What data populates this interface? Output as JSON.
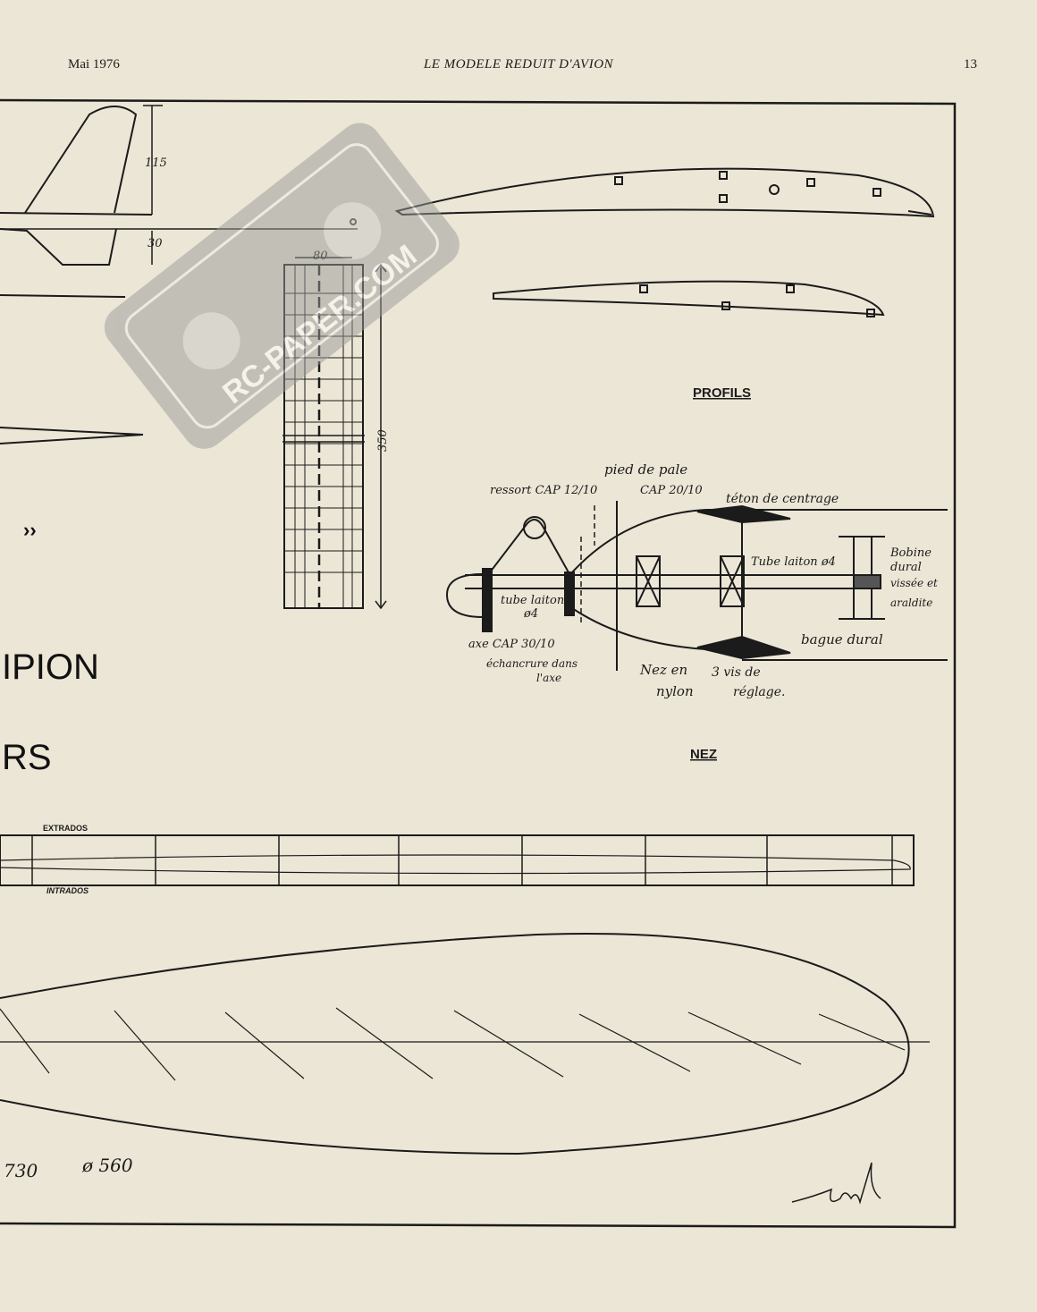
{
  "header": {
    "left": "Mai 1976",
    "center": "LE MODELE REDUIT D'AVION",
    "right": "13"
  },
  "drawing": {
    "dim_115": "115",
    "dim_30": "30",
    "dim_80": "80",
    "dim_350": "350",
    "chevrons": "››",
    "title_fragment_1": "IPION",
    "title_fragment_2": "RS",
    "profils_label": "PROFILS",
    "nez_label": "NEZ",
    "extrados": "EXTRADOS",
    "intrados": "INTRADOS",
    "diam_730": "730",
    "diam_560": "ø 560",
    "nose": {
      "pied_de_pale": "pied de pale",
      "ressort": "ressort CAP 12/10",
      "cap_20_10": "CAP 20/10",
      "teton": "téton de centrage",
      "tube_laiton_right": "Tube laiton ø4",
      "bobine": "Bobine",
      "dural": "dural",
      "vissee": "vissée et",
      "araldite": "araldite",
      "tube_laiton_left": "tube laiton",
      "o4": "ø4",
      "axe": "axe CAP 30/10",
      "echancrure": "échancrure dans",
      "axe2": "l'axe",
      "nez_en": "Nez en",
      "nylon": "nylon",
      "vis": "3 vis de",
      "reglage": "réglage.",
      "bague": "bague dural"
    }
  },
  "watermark": {
    "text": "RC-PAPER.COM"
  },
  "signature": "signature"
}
